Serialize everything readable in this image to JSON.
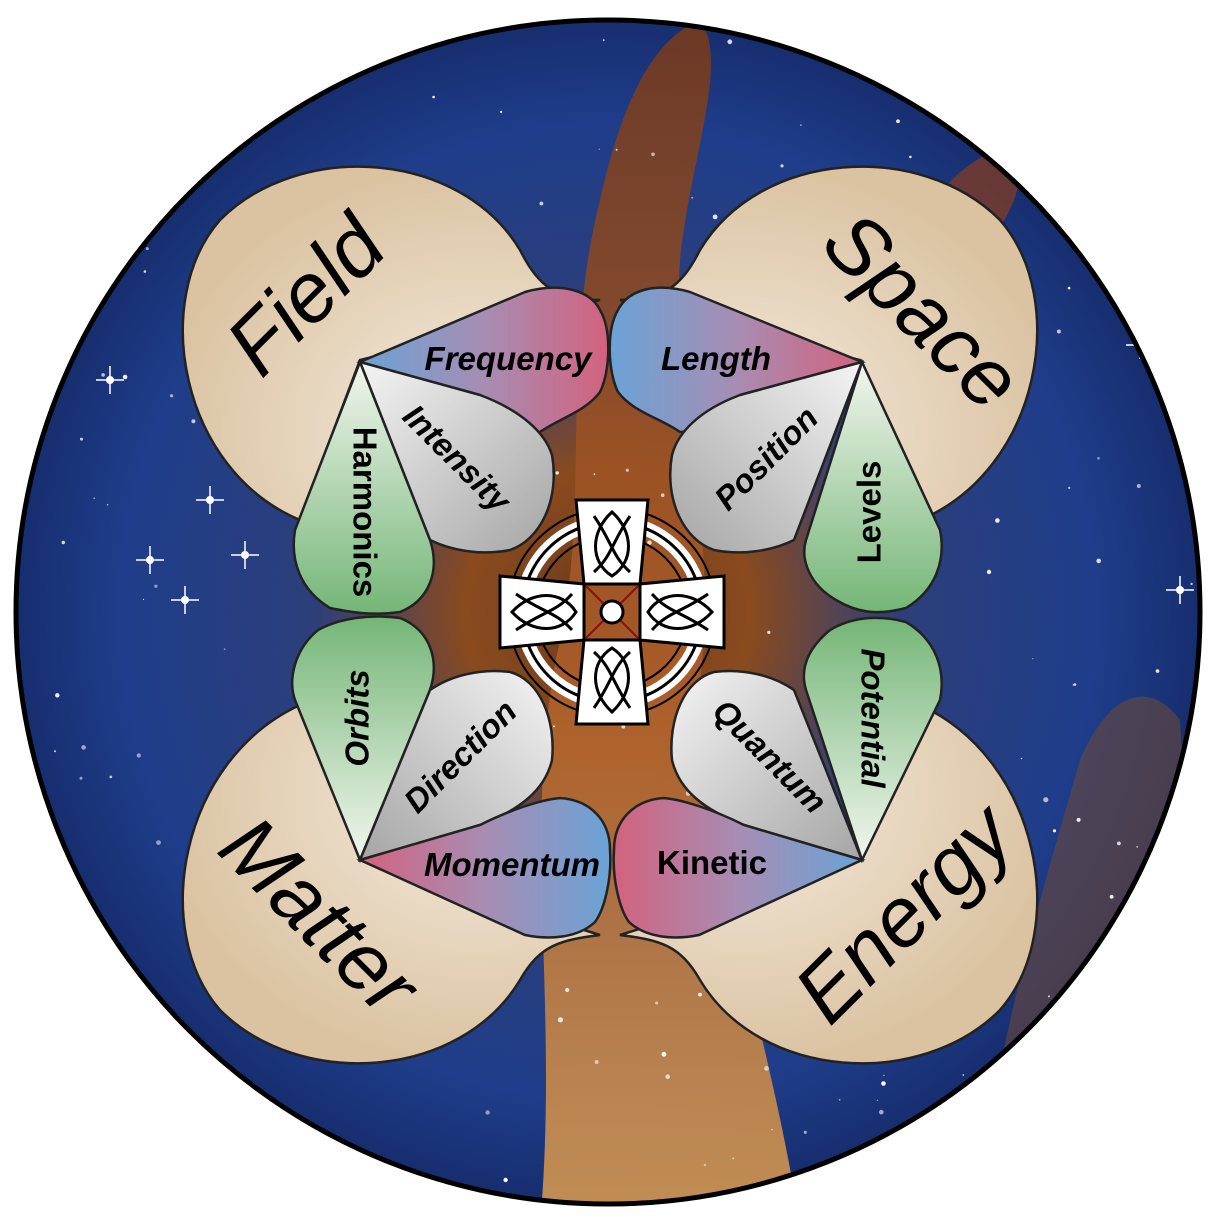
{
  "corners": {
    "top_left": "Field",
    "top_right": "Space",
    "bottom_left": "Matter",
    "bottom_right": "Energy"
  },
  "concepts": {
    "frequency": "Frequency",
    "length": "Length",
    "intensity": "Intensity",
    "position": "Position",
    "harmonics": "Harmonics",
    "levels": "Levels",
    "orbits": "Orbits",
    "potential": "Potential",
    "direction": "Direction",
    "quantum": "Quantum",
    "momentum": "Momentum",
    "kinetic": "Kinetic"
  },
  "background": {
    "description_icon": "nebula-starfield-image"
  },
  "center_icon": "celtic-cross-icon",
  "colors": {
    "lobe_light": "#f1e6d6",
    "lobe_dark": "#dcc6a6",
    "green_light": "#eef5ea",
    "green_dark": "#78b87a",
    "grey_light": "#f2f2f2",
    "grey_dark": "#a7a7a7",
    "blue": "#6fa3d4",
    "mauve": "#9b86ad",
    "rose": "#c96a85",
    "outline": "#000000"
  }
}
